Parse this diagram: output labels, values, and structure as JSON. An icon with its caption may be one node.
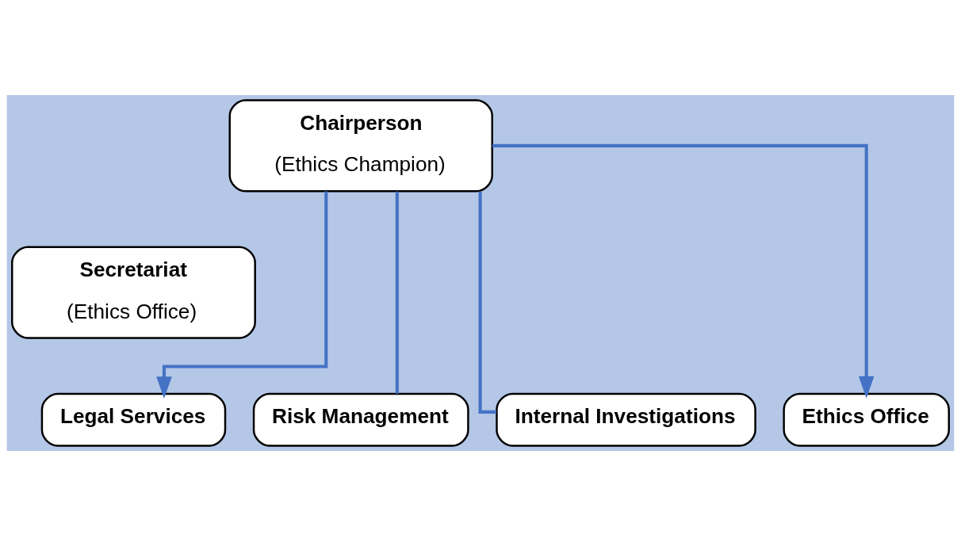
{
  "diagram": {
    "nodes": [
      {
        "text": [
          "Chairperson",
          "(Ethics Champion)"
        ]
      },
      {
        "text": [
          "Secretariat",
          "(Ethics Office)"
        ]
      },
      {
        "text": [
          "Legal Services"
        ]
      },
      {
        "text": [
          "Risk Management"
        ]
      },
      {
        "text": [
          "Internal Investigations"
        ]
      },
      {
        "text": [
          "Ethics Office"
        ]
      }
    ],
    "edges": [
      {
        "from": 0,
        "to": 2,
        "arrow": "to"
      },
      {
        "from": 0,
        "to": 3,
        "arrow": "none"
      },
      {
        "from": 0,
        "to": 4,
        "arrow": "none"
      },
      {
        "from": 0,
        "to": 5,
        "arrow": "to"
      }
    ]
  }
}
